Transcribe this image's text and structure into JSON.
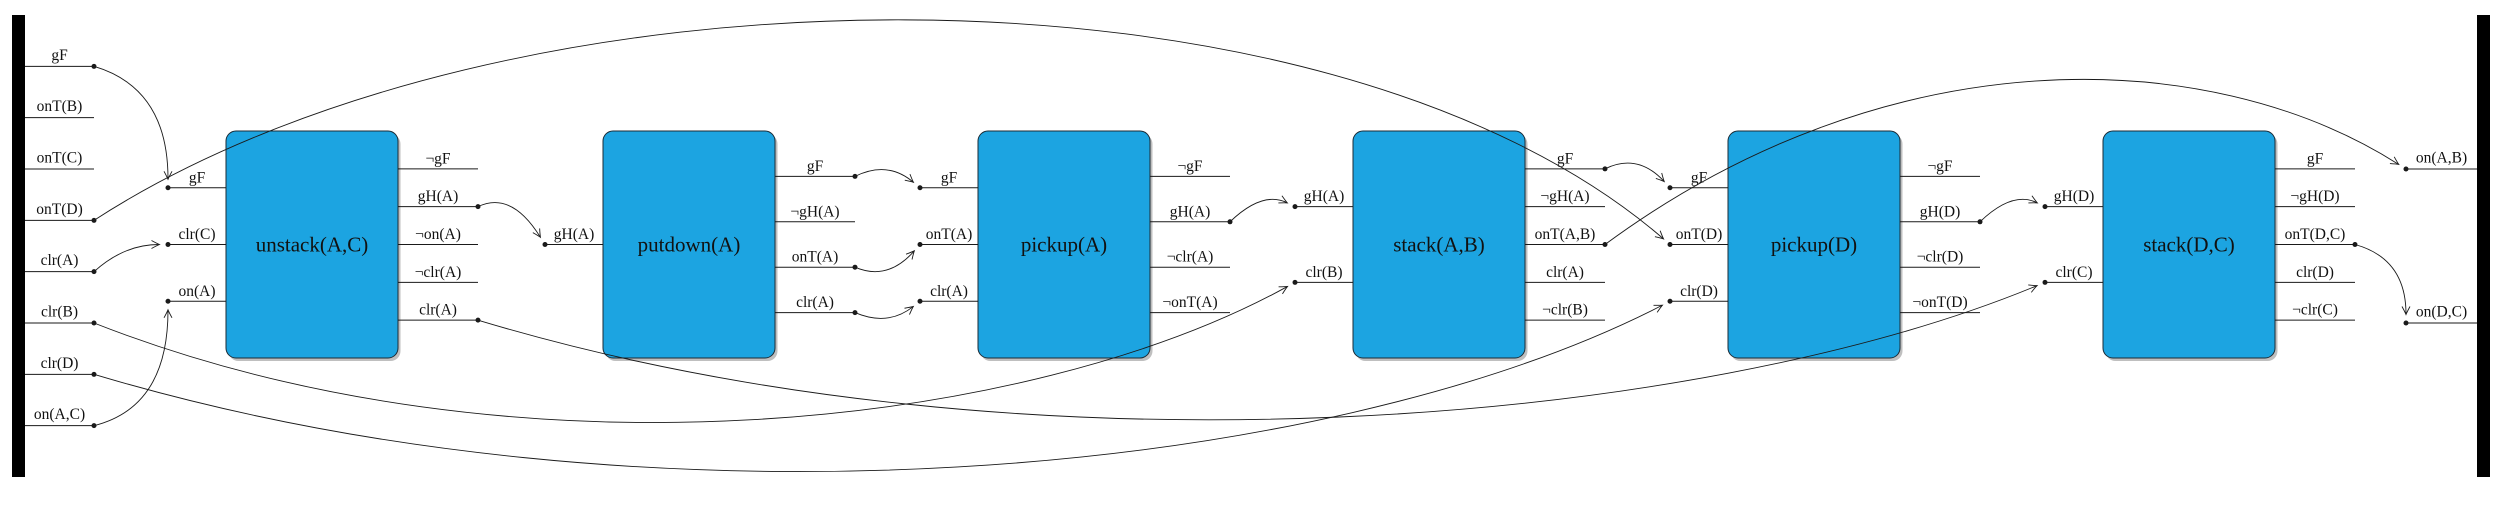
{
  "colors": {
    "background": "#ffffff",
    "box_fill": "#1CA4E1",
    "box_stroke": "#1b2b36",
    "box_shadow": "#8a8a8a",
    "line": "#1a1a1a",
    "bar": "#000000",
    "text": "#111111"
  },
  "init": {
    "facts": [
      "gF",
      "onT(B)",
      "onT(C)",
      "onT(D)",
      "clr(A)",
      "clr(B)",
      "clr(D)",
      "on(A,C)"
    ]
  },
  "goals": {
    "facts": [
      "on(A,B)",
      "on(D,C)"
    ]
  },
  "actions": [
    {
      "name": "unstack(A,C)",
      "inputs": [
        "gF",
        "clr(C)",
        "on(A)"
      ],
      "outputs": [
        "¬gF",
        "gH(A)",
        "¬on(A)",
        "¬clr(A)",
        "clr(A)"
      ]
    },
    {
      "name": "putdown(A)",
      "inputs": [
        "gH(A)"
      ],
      "outputs": [
        "gF",
        "¬gH(A)",
        "onT(A)",
        "clr(A)"
      ]
    },
    {
      "name": "pickup(A)",
      "inputs": [
        "gF",
        "onT(A)",
        "clr(A)"
      ],
      "outputs": [
        "¬gF",
        "gH(A)",
        "¬clr(A)",
        "¬onT(A)"
      ]
    },
    {
      "name": "stack(A,B)",
      "inputs": [
        "gH(A)",
        "clr(B)"
      ],
      "outputs": [
        "gF",
        "¬gH(A)",
        "onT(A,B)",
        "clr(A)",
        "¬clr(B)"
      ]
    },
    {
      "name": "pickup(D)",
      "inputs": [
        "gF",
        "onT(D)",
        "clr(D)"
      ],
      "outputs": [
        "¬gF",
        "gH(D)",
        "¬clr(D)",
        "¬onT(D)"
      ]
    },
    {
      "name": "stack(D,C)",
      "inputs": [
        "gH(D)",
        "clr(C)"
      ],
      "outputs": [
        "gF",
        "¬gH(D)",
        "onT(D,C)",
        "clr(D)",
        "¬clr(C)"
      ]
    }
  ],
  "edges": [
    {
      "from": "init.0",
      "to": "act0.in0",
      "style": "drop"
    },
    {
      "from": "init.4",
      "to": "act0.in1",
      "style": "flat"
    },
    {
      "from": "init.7",
      "to": "act0.in2",
      "style": "rise"
    },
    {
      "from": "act0.out1",
      "to": "act1.in0",
      "style": "hop-over"
    },
    {
      "from": "act1.out0",
      "to": "act2.in0",
      "style": "hop-over"
    },
    {
      "from": "act1.out2",
      "to": "act2.in1",
      "style": "hop-under"
    },
    {
      "from": "act1.out3",
      "to": "act2.in2",
      "style": "hop-under"
    },
    {
      "from": "act2.out1",
      "to": "act3.in0",
      "style": "hop-over"
    },
    {
      "from": "init.5",
      "to": "act3.in1",
      "style": "dip"
    },
    {
      "from": "act3.out0",
      "to": "act4.in0",
      "style": "hop-over"
    },
    {
      "from": "init.3",
      "to": "act4.in1",
      "style": "arc-high"
    },
    {
      "from": "init.6",
      "to": "act4.in2",
      "style": "dip"
    },
    {
      "from": "act4.out1",
      "to": "act5.in0",
      "style": "hop-over"
    },
    {
      "from": "act0.out4",
      "to": "act5.in1",
      "style": "dip"
    },
    {
      "from": "act3.out2",
      "to": "goal.0",
      "style": "arc"
    },
    {
      "from": "act5.out2",
      "to": "goal.1",
      "style": "drop"
    }
  ]
}
